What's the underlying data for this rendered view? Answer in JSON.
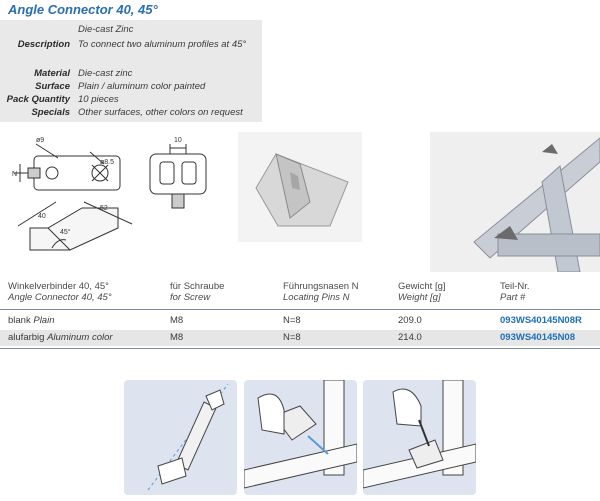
{
  "title": "Angle Connector 40, 45°",
  "specs": {
    "die_cast_top": "Die-cast Zinc",
    "description_label": "Description",
    "description_value": "To connect two aluminum profiles at 45°",
    "material_label": "Material",
    "material_value": "Die-cast zinc",
    "surface_label": "Surface",
    "surface_value": "Plain / aluminum color painted",
    "pack_label": "Pack Quantity",
    "pack_value": "10 pieces",
    "specials_label": "Specials",
    "specials_value": "Other surfaces, other colors on request"
  },
  "drawing": {
    "dim_d9": "ø9",
    "dim_d8_5": "ø8.5",
    "dim_n": "N",
    "dim_10": "10",
    "dim_40": "40",
    "dim_52": "52",
    "dim_45": "45°"
  },
  "table": {
    "headers": [
      {
        "de": "Winkelverbinder 40, 45°",
        "en": "Angle Connector 40, 45°"
      },
      {
        "de": "für Schraube",
        "en": "for Screw"
      },
      {
        "de": "Führungsnasen N",
        "en": "Locating Pins N"
      },
      {
        "de": "Gewicht [g]",
        "en": "Weight [g]"
      },
      {
        "de": "Teil-Nr.",
        "en": "Part #"
      }
    ],
    "rows": [
      {
        "de": "blank",
        "en": "Plain",
        "screw": "M8",
        "pins": "N=8",
        "weight": "209.0",
        "part": "093WS40145N08R"
      },
      {
        "de": "alufarbig",
        "en": "Aluminum color",
        "screw": "M8",
        "pins": "N=8",
        "weight": "214.0",
        "part": "093WS40145N08"
      }
    ]
  },
  "colors": {
    "accent_blue": "#2a6fb0",
    "spec_background": "#e9e9e9",
    "row_shade": "#e6e6e6",
    "panel_background": "#dde3ef"
  }
}
